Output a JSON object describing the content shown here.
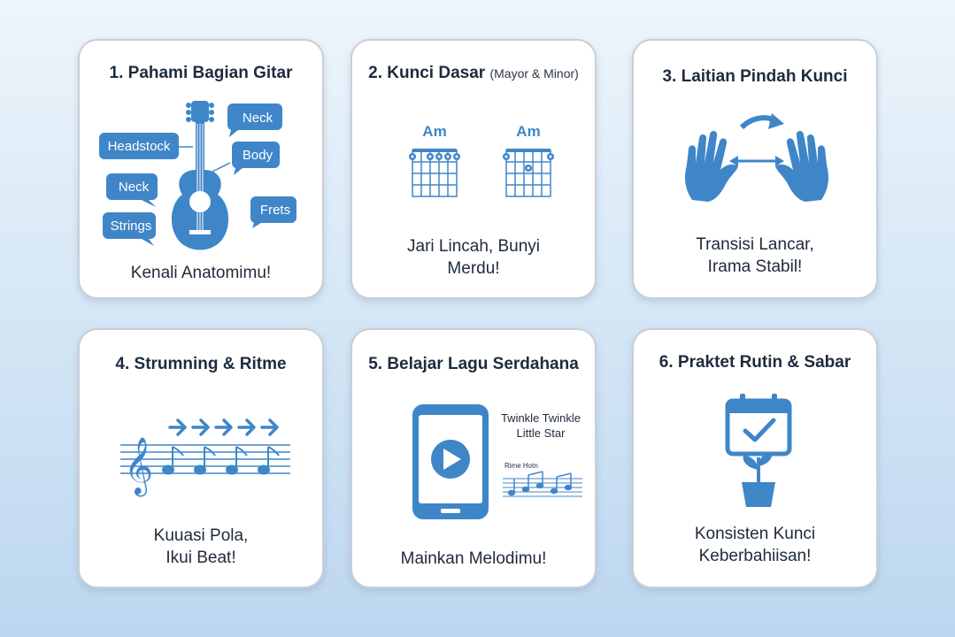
{
  "accent": "#3f86c8",
  "cards": [
    {
      "title": "1. Pahami Bagian Gitar",
      "labels": [
        "Neck",
        "Headstock",
        "Body",
        "Neck",
        "Frets",
        "Strings"
      ],
      "caption": "Kenali Anatomimu!"
    },
    {
      "title": "2. Kunci Dasar",
      "subtitle": "(Mayor & Minor)",
      "chords": [
        "Am",
        "Am"
      ],
      "caption_lines": [
        "Jari Lincah, Bunyi",
        "Merdu!"
      ]
    },
    {
      "title": "3. Laitian Pindah Kunci",
      "icon": "hands-switch-icon",
      "caption_lines": [
        "Transisi Lancar,",
        "Irama Stabil!"
      ]
    },
    {
      "title": "4. Strumning & Ritme",
      "icon": "staff-arrows-icon",
      "caption_lines": [
        "Kuuasi Pola,",
        "Ikui Beat!"
      ]
    },
    {
      "title": "5. Belajar Lagu Serdahana",
      "song_lines": [
        "Twinkle Twinkle",
        "Little Star"
      ],
      "mini_label": "Rime Hotn",
      "icon": "phone-play-icon",
      "caption": "Mainkan Melodimu!"
    },
    {
      "title": "6. Praktet Rutin & Sabar",
      "icon": "calendar-plant-icon",
      "caption_lines": [
        "Konsisten Kunci",
        "Keberbahiisan!"
      ]
    }
  ]
}
